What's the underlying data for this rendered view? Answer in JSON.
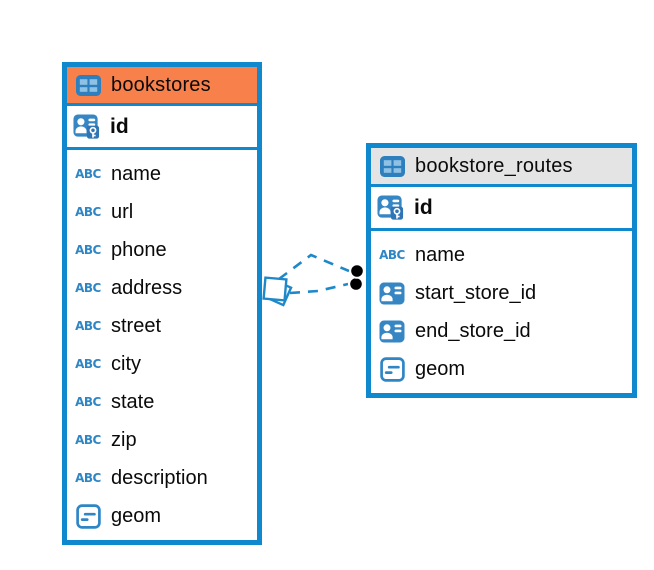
{
  "diagram": {
    "background_color": "#FFFFFF",
    "colors": {
      "table_border": "#1088CD",
      "relationship_line": "#1E88C9",
      "icon_blue": "#3586C3",
      "icon_light_blue": "#8FC1E4",
      "selected_header": "#F8814B",
      "default_header": "#E4E4E4",
      "marker_dot": "#000000"
    },
    "tables": [
      {
        "name": "bookstores",
        "header_color": "#F8814B",
        "header_state": "selected",
        "primary_key": {
          "name": "id",
          "type": "primary-key"
        },
        "columns": [
          {
            "name": "name",
            "type": "text"
          },
          {
            "name": "url",
            "type": "text"
          },
          {
            "name": "phone",
            "type": "text"
          },
          {
            "name": "address",
            "type": "text"
          },
          {
            "name": "street",
            "type": "text"
          },
          {
            "name": "city",
            "type": "text"
          },
          {
            "name": "state",
            "type": "text"
          },
          {
            "name": "zip",
            "type": "text"
          },
          {
            "name": "description",
            "type": "text"
          },
          {
            "name": "geom",
            "type": "geometry"
          }
        ]
      },
      {
        "name": "bookstore_routes",
        "header_color": "#E4E4E4",
        "header_state": "default",
        "primary_key": {
          "name": "id",
          "type": "primary-key"
        },
        "columns": [
          {
            "name": "name",
            "type": "text"
          },
          {
            "name": "start_store_id",
            "type": "reference"
          },
          {
            "name": "end_store_id",
            "type": "reference"
          },
          {
            "name": "geom",
            "type": "geometry"
          }
        ]
      }
    ],
    "relationships": [
      {
        "from_table": "bookstores",
        "to_table": "bookstore_routes",
        "style": "dashed"
      },
      {
        "from_table": "bookstores",
        "to_table": "bookstore_routes",
        "style": "dashed"
      }
    ]
  }
}
